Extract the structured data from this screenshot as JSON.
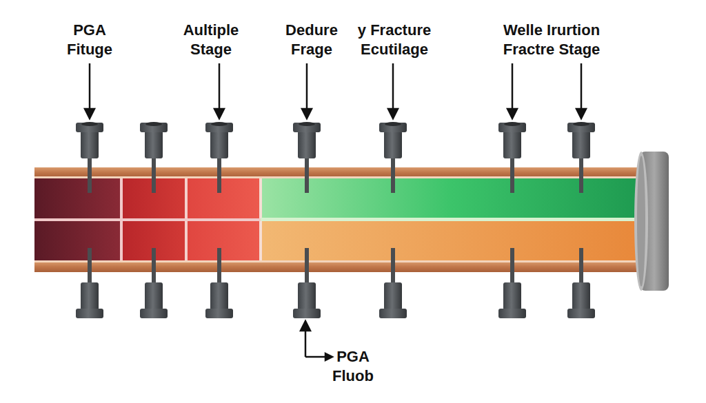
{
  "diagram": {
    "labels": [
      "PGA Fituge",
      "Aultiple Stage",
      "Dedure Frage",
      "y Fracture Ecutilage",
      "Welle Irurtion Fractre Stage",
      "PGA Fluob"
    ]
  }
}
